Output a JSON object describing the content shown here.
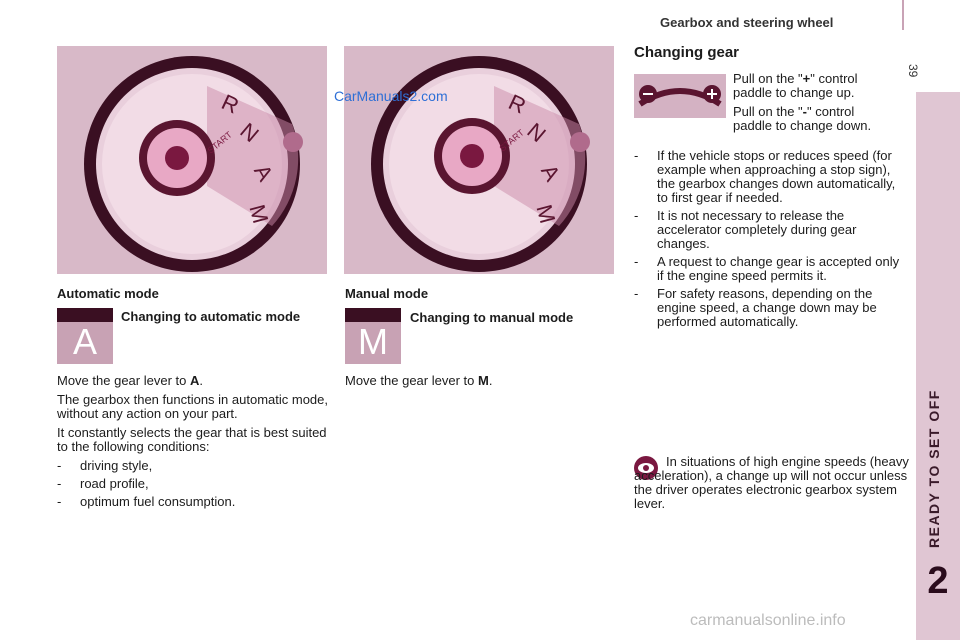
{
  "header": {
    "title": "Gearbox and steering wheel",
    "page_number": "39"
  },
  "side_tab": {
    "text": "READY TO SET OFF",
    "chapter": "2"
  },
  "watermark": "CarManuals2.com",
  "footer_watermark": "carmanualsonline.info",
  "figures": {
    "selector_letters": [
      "R",
      "N",
      "A",
      "M"
    ],
    "start_label": "START"
  },
  "automatic": {
    "caption": "Automatic mode",
    "subheading": "Changing to automatic mode",
    "icon_letter": "A",
    "move_prefix": "Move the gear lever to ",
    "move_target": "A",
    "move_suffix": ".",
    "paragraphs": [
      "The gearbox then functions in automatic mode, without any action on your part.",
      "It constantly selects the gear that is best suited to the following conditions:"
    ],
    "conditions": [
      "driving style,",
      "road profile,",
      "optimum fuel consumption."
    ]
  },
  "manual": {
    "caption": "Manual mode",
    "subheading": "Changing to manual mode",
    "icon_letter": "M",
    "move_prefix": "Move the gear lever to ",
    "move_target": "M",
    "move_suffix": "."
  },
  "changing_gear": {
    "title": "Changing gear",
    "paddle_up_prefix": "Pull on the \"",
    "paddle_up_symbol": "+",
    "paddle_up_suffix": "\" control paddle to change up.",
    "paddle_down_prefix": "Pull on the \"",
    "paddle_down_symbol": "-",
    "paddle_down_suffix": "\" control paddle to change down.",
    "bullets": [
      "If the vehicle stops or reduces speed (for example when approaching a stop sign), the gearbox changes down automatically, to first gear if needed.",
      "It is not necessary to release the accelerator completely during gear changes.",
      "A request to change gear is accepted only if the engine speed permits it.",
      "For safety reasons, depending on the engine speed, a change down may be performed automatically."
    ],
    "note": "In situations of high engine speeds (heavy acceleration), a change up will not occur unless the driver operates electronic gearbox system lever."
  },
  "colors": {
    "accent": "#7a1840",
    "tab": "#e0c6d3",
    "figure_bg": "#d8b9c8",
    "knob": "#5a1530"
  }
}
